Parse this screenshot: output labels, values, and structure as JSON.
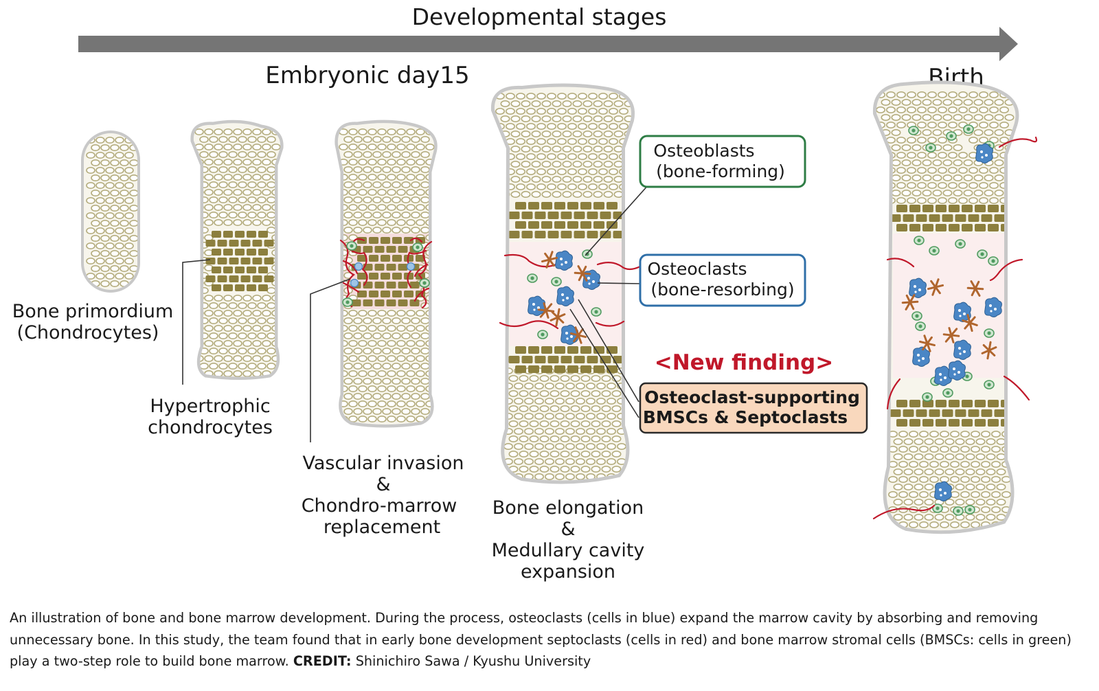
{
  "header": {
    "title": "Developmental stages",
    "stage_left": "Embryonic day15",
    "stage_right": "Birth"
  },
  "labels": {
    "primordium": [
      "Bone primordium",
      "(Chondrocytes)"
    ],
    "hypertrophic": [
      "Hypertrophic",
      "chondrocytes"
    ],
    "vascular": [
      "Vascular invasion",
      "&",
      "Chondro-marrow",
      "replacement"
    ],
    "elongation": [
      "Bone elongation",
      "&",
      "Medullary cavity",
      "expansion"
    ]
  },
  "callouts": {
    "osteoblasts": [
      "Osteoblasts",
      "(bone-forming)"
    ],
    "osteoclasts": [
      "Osteoclasts",
      "(bone-resorbing)"
    ],
    "new_finding": "<New finding>",
    "supporting": [
      "Osteoclast-supporting",
      "BMSCs & Septoclasts"
    ]
  },
  "caption": {
    "text": "An illustration of bone and bone marrow development. During the process, osteoclasts (cells in blue) expand the marrow cavity by absorbing and removing unnecessary bone. In this study, the team found that in early bone development septoclasts (cells in red) and bone marrow stromal cells (BMSCs: cells in green) play a two-step role to build bone marrow.",
    "credit_label": "CREDIT:",
    "credit_value": "Shinichiro Sawa / Kyushu University"
  },
  "colors": {
    "arrow": "#757575",
    "bone_outline": "#c8c8c8",
    "bone_fill": "#f7f5ec",
    "chondrocyte": "#b3ab7c",
    "hypertrophic": "#8c7f3e",
    "vessel": "#c0182a",
    "osteoclast": "#4a86c5",
    "bmsc": "#4f9a5f",
    "septoclast": "#b0662e",
    "osteoblast_border": "#2e7d45",
    "osteoclast_border": "#2f6fa8",
    "new_finding": "#c0182a",
    "supporting_fill": "#f9d8bd",
    "supporting_border": "#2a2a2a"
  }
}
